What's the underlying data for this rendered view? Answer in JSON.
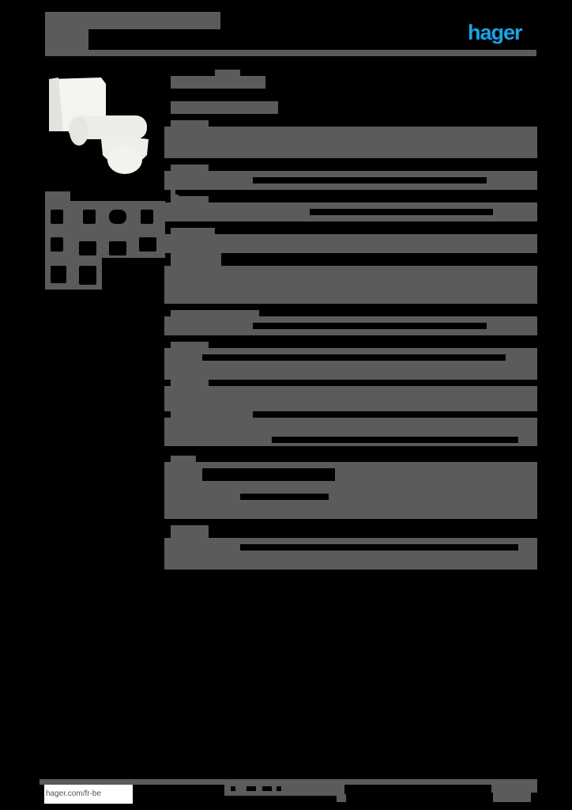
{
  "header": {
    "brand_logo": "hager",
    "brand_color": "#1aa3e8",
    "title_redacted": true
  },
  "product_image": {
    "description": "white wall-mounted motion detector"
  },
  "icons_panel": {
    "count": 10
  },
  "sections": [
    {
      "id": 1,
      "redacted": true
    },
    {
      "id": 2,
      "redacted": true
    },
    {
      "id": 3,
      "redacted": true
    },
    {
      "id": 4,
      "redacted": true
    },
    {
      "id": 5,
      "redacted": true
    },
    {
      "id": 6,
      "redacted": true
    },
    {
      "id": 7,
      "redacted": true
    },
    {
      "id": 8,
      "redacted": true
    },
    {
      "id": 9,
      "redacted": true
    },
    {
      "id": 10,
      "redacted": true
    }
  ],
  "footer": {
    "url": "hager.com/fr-be"
  },
  "colors": {
    "background": "#000000",
    "redaction_block": "#5a5b5a",
    "accent": "#1aa3e8"
  }
}
